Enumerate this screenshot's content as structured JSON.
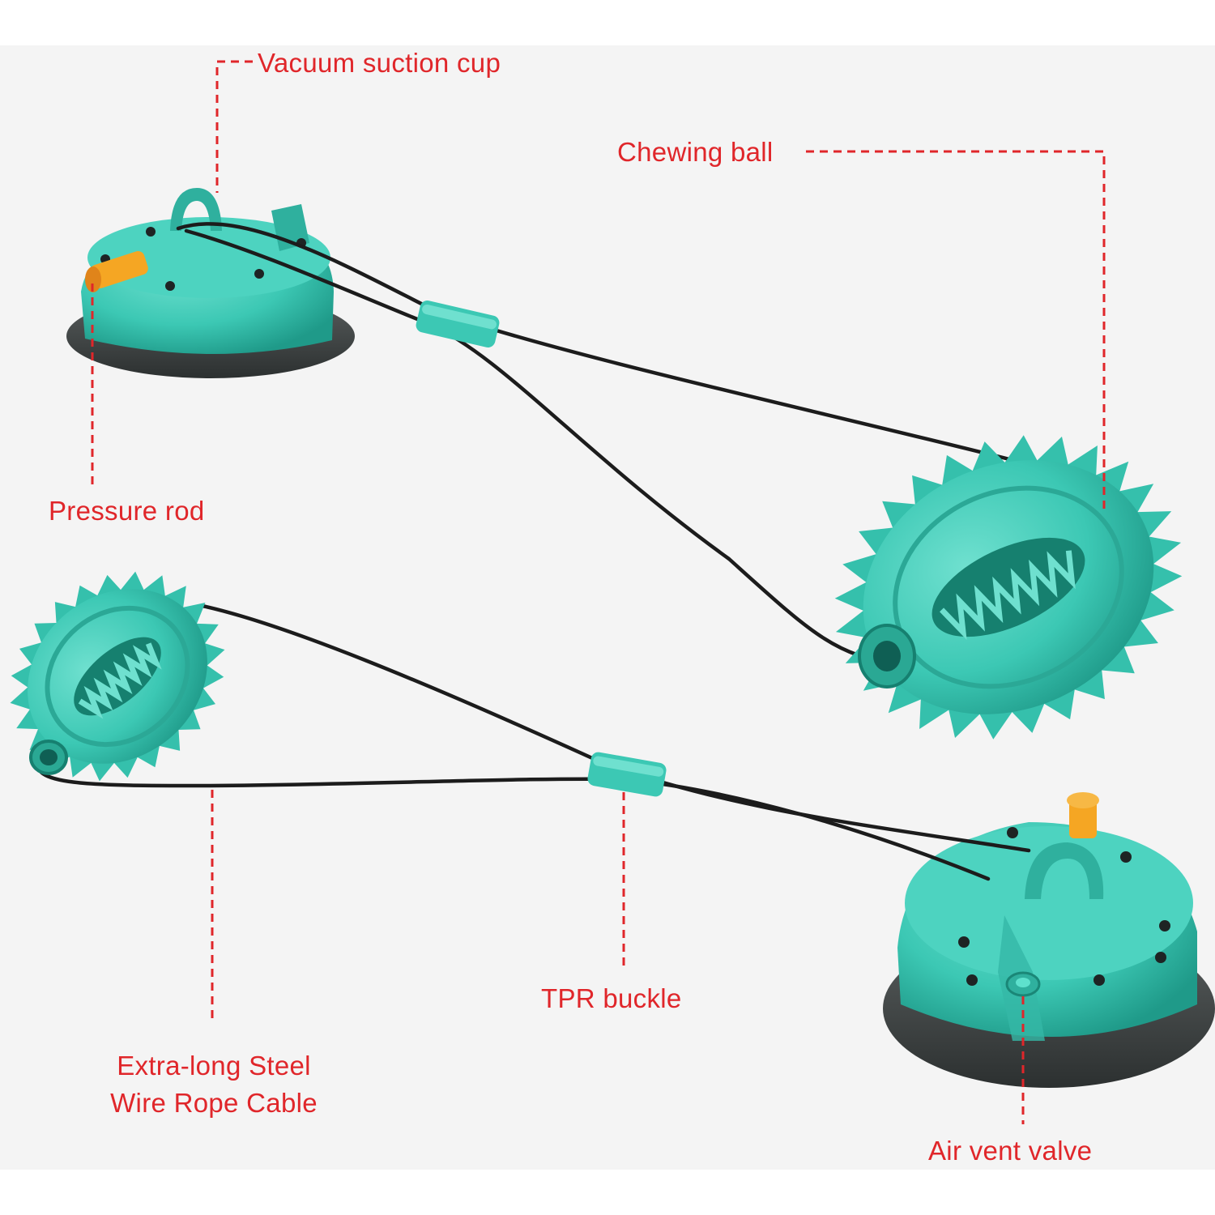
{
  "labels": {
    "vacuum_suction_cup": "Vacuum suction cup",
    "chewing_ball": "Chewing ball",
    "pressure_rod": "Pressure rod",
    "extra_long_cable_line1": "Extra-long Steel",
    "extra_long_cable_line2": "Wire Rope Cable",
    "tpr_buckle": "TPR buckle",
    "air_vent_valve": "Air vent valve"
  },
  "colors": {
    "label_red": "#e0262a",
    "toy_teal": "#3cc8b4",
    "toy_teal_dark": "#23a08f",
    "base_rubber": "#3b3f3f",
    "cable_black": "#1c1c1c",
    "valve_orange": "#f5a623",
    "background": "#f4f4f4"
  }
}
